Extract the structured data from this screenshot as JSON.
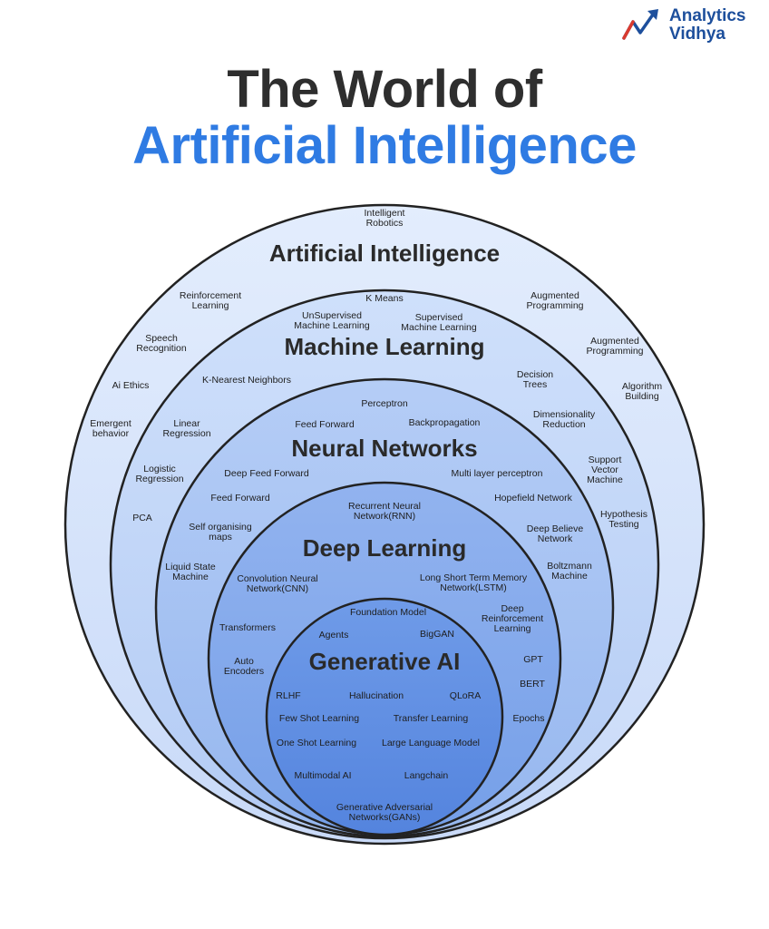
{
  "brand": {
    "line1": "Analytics",
    "line2": "Vidhya"
  },
  "title": {
    "line1": "The World of",
    "line2": "Artificial Intelligence"
  },
  "colors": {
    "title_dark": "#2e2e2e",
    "title_accent": "#2f7be3",
    "ring_outer": "#d6e4fb",
    "ring_inner": "#5b8fe6",
    "outline": "#222222"
  },
  "layers": {
    "ai": {
      "name": "Artificial Intelligence",
      "items": [
        [
          "Intelligent",
          "Robotics"
        ],
        [
          "Reinforcement",
          "Learning"
        ],
        [
          "Speech",
          "Recognition"
        ],
        [
          "Ai Ethics"
        ],
        [
          "Emergent",
          "behavior"
        ],
        [
          "Augmented",
          "Programming"
        ],
        [
          "Augmented",
          "Programming"
        ],
        [
          "Algorithm",
          "Building"
        ]
      ]
    },
    "ml": {
      "name": "Machine Learning",
      "items": [
        [
          "K Means"
        ],
        [
          "UnSupervised",
          "Machine Learning"
        ],
        [
          "Supervised",
          "Machine Learning"
        ],
        [
          "K-Nearest Neighbors"
        ],
        [
          "Decision",
          "Trees"
        ],
        [
          "Linear",
          "Regression"
        ],
        [
          "Dimensionality",
          "Reduction"
        ],
        [
          "Logistic",
          "Regression"
        ],
        [
          "Support",
          "Vector",
          "Machine"
        ],
        [
          "PCA"
        ],
        [
          "Hypothesis",
          "Testing"
        ]
      ]
    },
    "nn": {
      "name": "Neural Networks",
      "items": [
        [
          "Perceptron"
        ],
        [
          "Feed Forward"
        ],
        [
          "Backpropagation"
        ],
        [
          "Deep Feed Forward"
        ],
        [
          "Multi layer perceptron"
        ],
        [
          "Feed Forward"
        ],
        [
          "Hopefield Network"
        ],
        [
          "Self organising",
          "maps"
        ],
        [
          "Deep Believe",
          "Network"
        ],
        [
          "Liquid State",
          "Machine"
        ],
        [
          "Boltzmann",
          "Machine"
        ]
      ]
    },
    "dl": {
      "name": "Deep Learning",
      "items": [
        [
          "Recurrent Neural",
          "Network(RNN)"
        ],
        [
          "Convolution Neural",
          "Network(CNN)"
        ],
        [
          "Long Short Term Memory",
          "Network(LSTM)"
        ],
        [
          "Transformers"
        ],
        [
          "Deep",
          "Reinforcement",
          "Learning"
        ],
        [
          "Auto",
          "Encoders"
        ],
        [
          "GPT"
        ],
        [
          "BERT"
        ],
        [
          "Epochs"
        ]
      ]
    },
    "gen": {
      "name": "Generative AI",
      "items": [
        [
          "Foundation Model"
        ],
        [
          "Agents"
        ],
        [
          "BigGAN"
        ],
        [
          "RLHF"
        ],
        [
          "Hallucination"
        ],
        [
          "QLoRA"
        ],
        [
          "Few Shot Learning"
        ],
        [
          "Transfer Learning"
        ],
        [
          "One Shot Learning"
        ],
        [
          "Large Language Model"
        ],
        [
          "Multimodal AI"
        ],
        [
          "Langchain"
        ],
        [
          "Generative Adversarial",
          "Networks(GANs)"
        ]
      ]
    }
  }
}
